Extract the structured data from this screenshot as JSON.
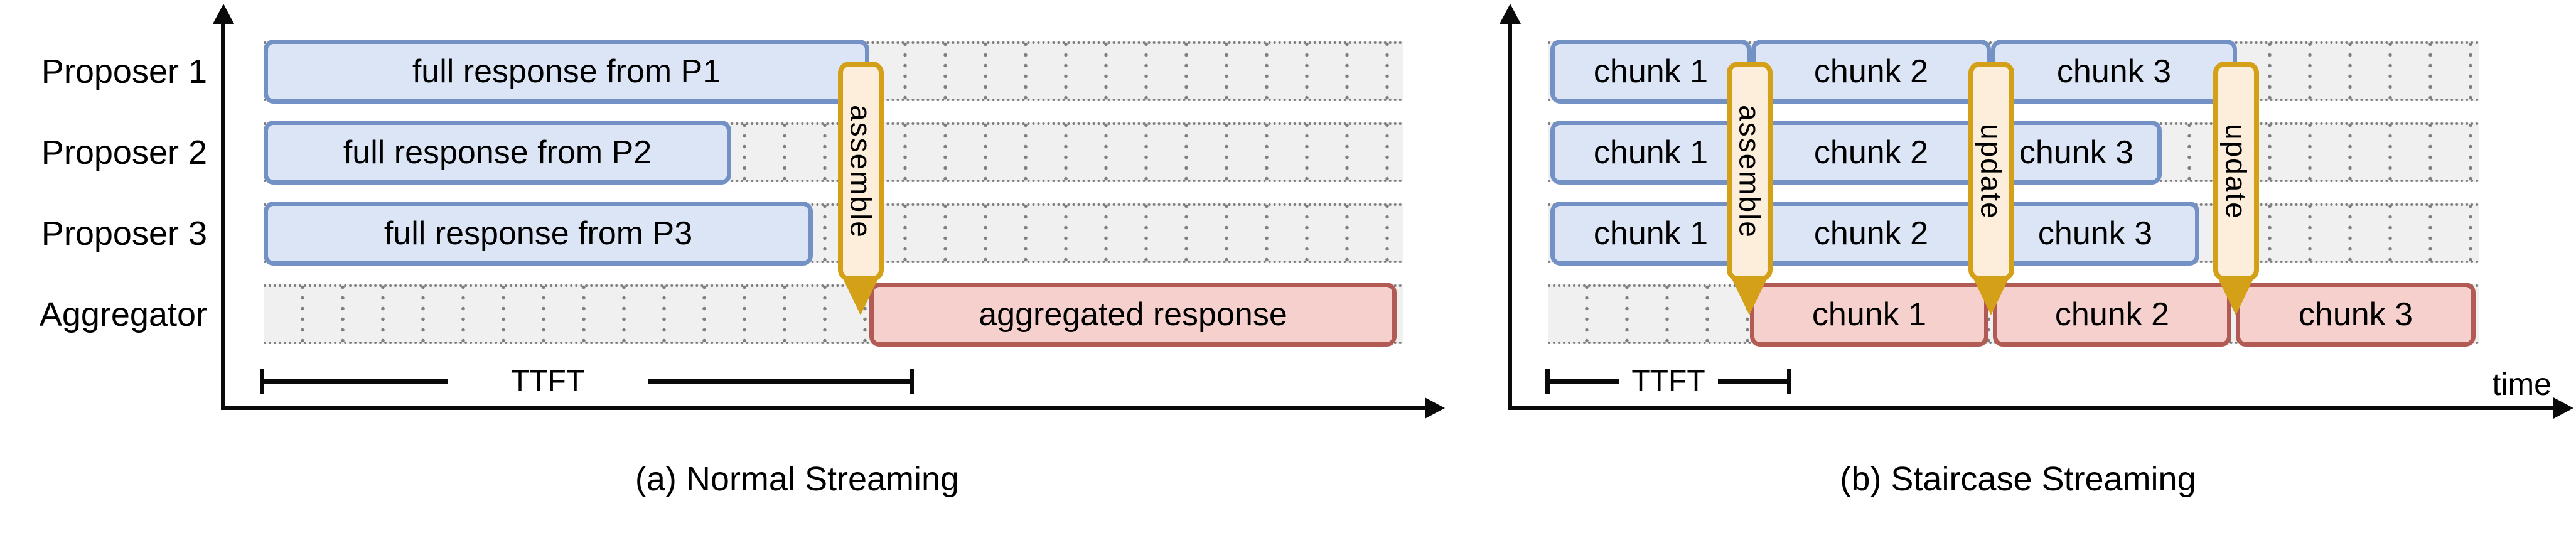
{
  "panel_a": {
    "caption": "(a) Normal Streaming",
    "rows": [
      "Proposer 1",
      "Proposer 2",
      "Proposer 3",
      "Aggregator"
    ],
    "proposer_boxes": [
      "full response from P1",
      "full response from P2",
      "full response from P3"
    ],
    "aggregator_box": "aggregated response",
    "operation_label": "assemble",
    "ttft_label": "TTFT"
  },
  "panel_b": {
    "caption": "(b) Staircase Streaming",
    "proposer_chunk_labels": [
      "chunk 1",
      "chunk 2",
      "chunk 3"
    ],
    "operation_labels": [
      "assemble",
      "update",
      "update"
    ],
    "aggregator_chunk_labels": [
      "chunk 1",
      "chunk 2",
      "chunk 3"
    ],
    "ttft_label": "TTFT",
    "time_axis_label": "time"
  },
  "colors": {
    "proposer_box_fill": "#dbe5f6",
    "proposer_box_border": "#7491c6",
    "aggregator_box_fill": "#f6d0cd",
    "aggregator_box_border": "#b15b54",
    "operation_bar_fill": "#fdeedb",
    "operation_bar_border": "#d4a017",
    "grid_band_fill": "#f0f0f0",
    "grid_dot": "#7e7e7e",
    "axis": "#0a0a0a"
  }
}
